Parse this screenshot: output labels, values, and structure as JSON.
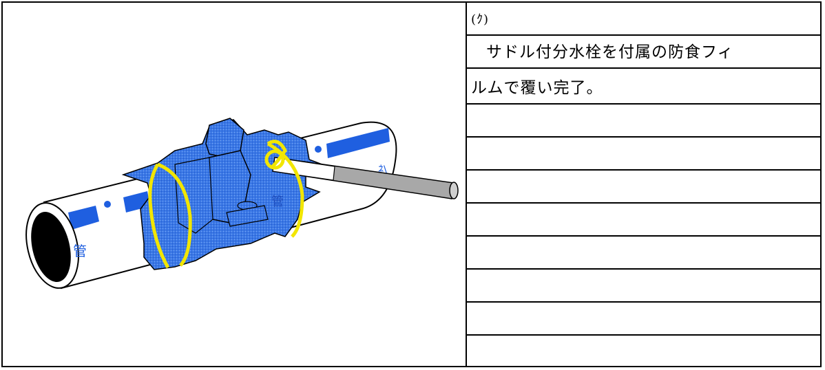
{
  "doc": {
    "step_label": "(ｸ)",
    "lines": [
      "サドル付分水栓を付属の防食フィ",
      "ルムで覆い完了。"
    ]
  },
  "figure": {
    "pipe_text_1": "管",
    "pipe_text_2": "管",
    "pipe_text_3": "ﾈ\\",
    "colors": {
      "film": "#3a78e6",
      "film_dark": "#1f4fbf",
      "stripe": "#1f5fe0",
      "tape": "#f2e600",
      "rod": "#a8a8a8"
    }
  }
}
